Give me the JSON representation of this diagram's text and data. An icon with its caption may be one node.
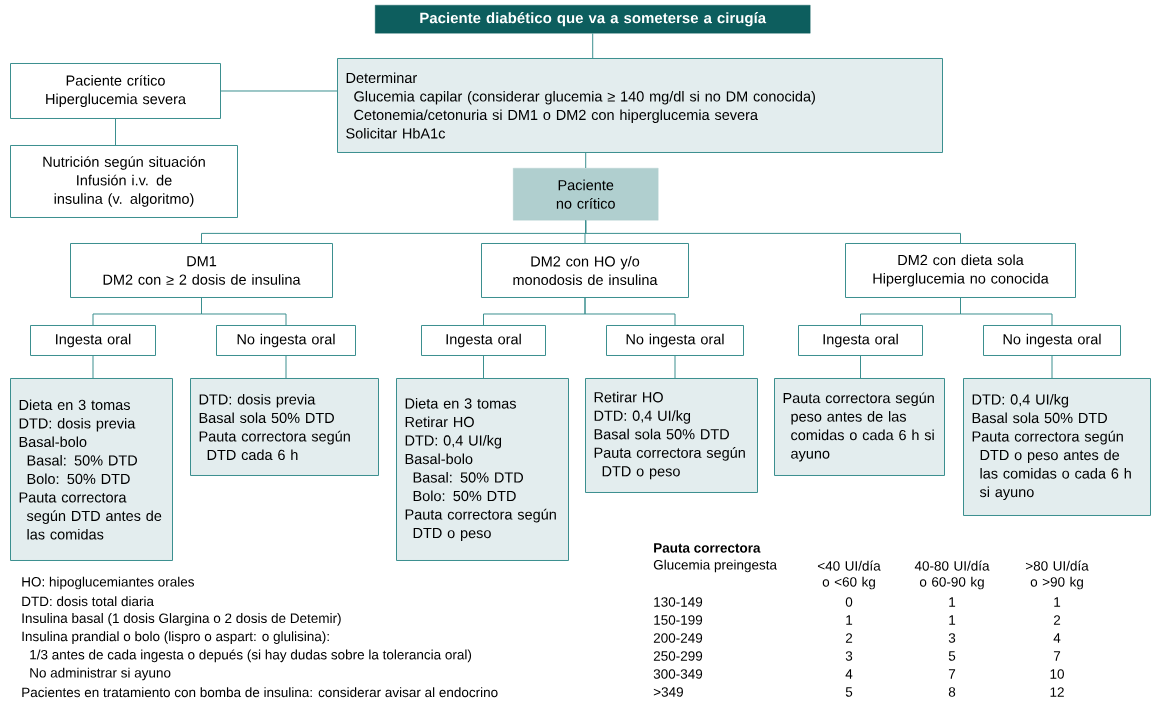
{
  "diagram": {
    "nodes": [
      {
        "text": [
          "Paciente diabético que va a someterse a cirugía"
        ]
      },
      {
        "text": [
          "Paciente crítico",
          "Hiperglucemia severa"
        ]
      },
      {
        "text": [
          "Nutrición según situación",
          "Infusión i.v. de insulina (v. algoritmo)"
        ]
      },
      {
        "text": [
          "Determinar",
          "Glucemia capilar (considerar glucemia ≥ 140 mg/dl si no DM conocida)",
          "Cetonemia/cetonuria si DM1 o DM2 con hiperglucemia severa",
          "Solicitar HbA1c"
        ]
      },
      {
        "text": [
          "Paciente no crítico"
        ]
      },
      {
        "text": [
          "DM1",
          "DM2 con ≥ 2 dosis de insulina"
        ]
      },
      {
        "text": [
          "DM2 con HO y/o monodosis de insulina"
        ]
      },
      {
        "text": [
          "DM2 con dieta sola",
          "Hiperglucemia no conocida"
        ]
      },
      {
        "text": [
          "Ingesta oral"
        ]
      },
      {
        "text": [
          "No ingesta oral"
        ]
      },
      {
        "text": [
          "Ingesta oral"
        ]
      },
      {
        "text": [
          "No ingesta oral"
        ]
      },
      {
        "text": [
          "Ingesta oral"
        ]
      },
      {
        "text": [
          "No ingesta oral"
        ]
      },
      {
        "text": [
          "Dieta en 3 tomas",
          "DTD: dosis previa",
          "Basal-bolo",
          "Basal: 50% DTD",
          "Bolo: 50% DTD",
          "Pauta correctora según DTD antes de las comidas"
        ]
      },
      {
        "text": [
          "DTD: dosis previa",
          "Basal sola 50% DTD",
          "Pauta correctora según DTD cada 6 h"
        ]
      },
      {
        "text": [
          "Dieta en 3 tomas",
          "Retirar HO",
          "DTD: 0,4 UI/kg",
          "Basal-bolo",
          "Basal: 50% DTD",
          "Bolo: 50% DTD",
          "Pauta correctora según DTD o peso"
        ]
      },
      {
        "text": [
          "Retirar HO",
          "DTD: 0,4 UI/kg",
          "Basal sola 50% DTD",
          "Pauta correctora según DTD o peso"
        ]
      },
      {
        "text": [
          "Pauta correctora según peso antes de las comidas o cada 6 h si ayuno"
        ]
      },
      {
        "text": [
          "DTD: 0,4 UI/kg",
          "Basal sola 50% DTD",
          "Pauta correctora según DTD o peso antes de las comidas o cada 6 h si ayuno"
        ]
      }
    ],
    "edges": [
      {
        "from": 0,
        "to": 3,
        "arrow": "none"
      },
      {
        "from": 3,
        "to": 1,
        "arrow": "none"
      },
      {
        "from": 1,
        "to": 2,
        "arrow": "none"
      },
      {
        "from": 3,
        "to": 4,
        "arrow": "none"
      },
      {
        "from": 4,
        "to": 5,
        "arrow": "none"
      },
      {
        "from": 4,
        "to": 6,
        "arrow": "none"
      },
      {
        "from": 4,
        "to": 7,
        "arrow": "none"
      },
      {
        "from": 5,
        "to": 8,
        "arrow": "none"
      },
      {
        "from": 5,
        "to": 9,
        "arrow": "none"
      },
      {
        "from": 6,
        "to": 10,
        "arrow": "none"
      },
      {
        "from": 6,
        "to": 11,
        "arrow": "none"
      },
      {
        "from": 7,
        "to": 12,
        "arrow": "none"
      },
      {
        "from": 7,
        "to": 13,
        "arrow": "none"
      },
      {
        "from": 8,
        "to": 14,
        "arrow": "none"
      },
      {
        "from": 9,
        "to": 15,
        "arrow": "none"
      },
      {
        "from": 10,
        "to": 16,
        "arrow": "none"
      },
      {
        "from": 11,
        "to": 17,
        "arrow": "none"
      },
      {
        "from": 12,
        "to": 18,
        "arrow": "none"
      },
      {
        "from": 13,
        "to": 19,
        "arrow": "none"
      }
    ],
    "labels": [
      "Pauta correctora",
      "Glucemia preingesta",
      "<40 UI/día o <60 kg",
      "40-80 UI/día o 60-90 kg",
      ">80 UI/día o >90 kg",
      "130-149",
      "0",
      "1",
      "1",
      "150-199",
      "1",
      "1",
      "2",
      "200-249",
      "2",
      "3",
      "4",
      "250-299",
      "3",
      "5",
      "7",
      "300-349",
      "4",
      "7",
      "10",
      ">349",
      "5",
      "8",
      "12",
      "HO: hipoglucemiantes orales",
      "DTD: dosis total diaria",
      "Insulina basal (1 dosis Glargina o 2 dosis de Detemir)",
      "Insulina prandial o bolo (lispro o aspart: o glulisina):",
      "1/3 antes de cada ingesta o depués (si hay dudas sobre la tolerancia oral)",
      "No administrar si ayuno",
      "Pacientes en tratamiento con bomba de insulina: considerar avisar al endocrino"
    ]
  }
}
